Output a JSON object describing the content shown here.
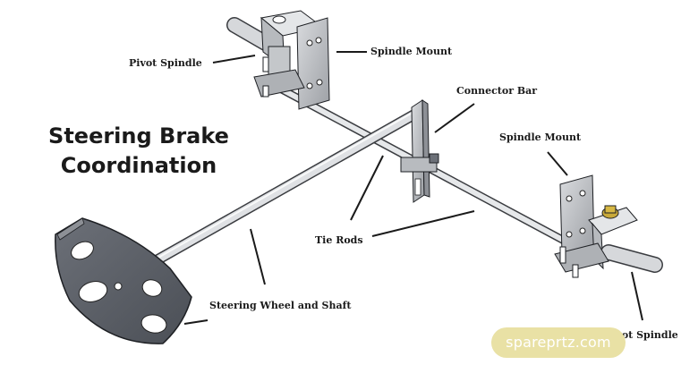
{
  "title": {
    "line1": "Steering Brake",
    "line2": "Coordination"
  },
  "labels": {
    "pivot_spindle_left": "Pivot Spindle",
    "spindle_mount_top": "Spindle Mount",
    "connector_bar": "Connector Bar",
    "spindle_mount_right": "Spindle Mount",
    "tie_rods": "Tie Rods",
    "steering_wheel_shaft": "Steering Wheel and Shaft",
    "pivot_spindle_right": "Pivot Spindle"
  },
  "watermark": "spareprtz.com",
  "colors": {
    "line": "#1a1a1a",
    "metal": "#c9ccd0",
    "metal_dark": "#8d9096",
    "plate": "#5b5f66",
    "cap": "#c8a93a",
    "badge": "#e9e1a5"
  }
}
